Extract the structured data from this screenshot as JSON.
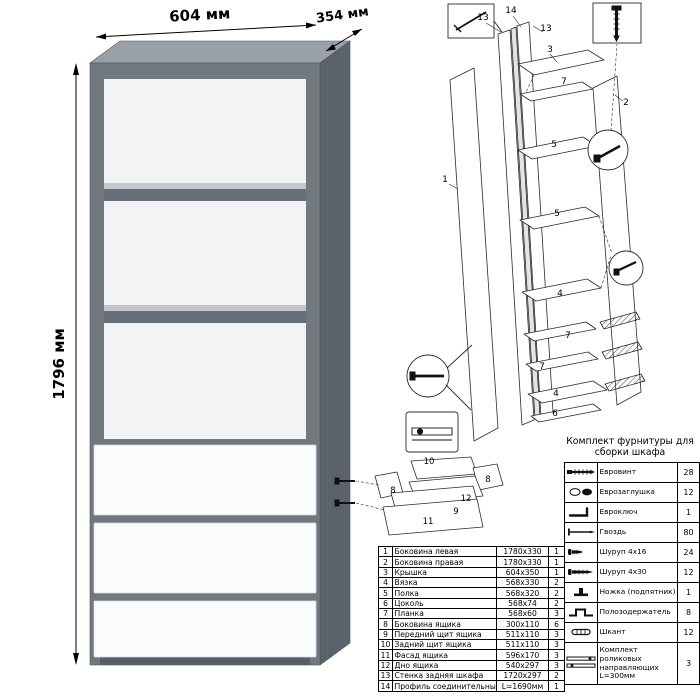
{
  "dimensions": {
    "width": "604 мм",
    "depth": "354 мм",
    "height": "1796 мм"
  },
  "exploded_labels": [
    "13",
    "14",
    "13",
    "3",
    "7",
    "2",
    "1",
    "5",
    "5",
    "4",
    "7",
    "7",
    "4",
    "6"
  ],
  "drawer_labels": [
    "10",
    "8",
    "8",
    "12",
    "9",
    "11"
  ],
  "parts_table": {
    "rows": [
      {
        "num": "1",
        "name": "Боковина левая",
        "size": "1780x330",
        "qty": "1"
      },
      {
        "num": "2",
        "name": "Боковина правая",
        "size": "1780x330",
        "qty": "1"
      },
      {
        "num": "3",
        "name": "Крышка",
        "size": "604x350",
        "qty": "1"
      },
      {
        "num": "4",
        "name": "Вязка",
        "size": "568x330",
        "qty": "2"
      },
      {
        "num": "5",
        "name": "Полка",
        "size": "568x320",
        "qty": "2"
      },
      {
        "num": "6",
        "name": "Цоколь",
        "size": "568x74",
        "qty": "2"
      },
      {
        "num": "7",
        "name": "Планка",
        "size": "568x60",
        "qty": "3"
      },
      {
        "num": "8",
        "name": "Боковина ящика",
        "size": "300x110",
        "qty": "6"
      },
      {
        "num": "9",
        "name": "Передний щит ящика",
        "size": "511x110",
        "qty": "3"
      },
      {
        "num": "10",
        "name": "Задний щит ящика",
        "size": "511x110",
        "qty": "3"
      },
      {
        "num": "11",
        "name": "Фасад ящика",
        "size": "596x170",
        "qty": "3"
      },
      {
        "num": "12",
        "name": "Дно ящика",
        "size": "540x297",
        "qty": "3"
      },
      {
        "num": "13",
        "name": "Стенка задняя шкафа",
        "size": "1720x297",
        "qty": "2"
      },
      {
        "num": "14",
        "name": "Профиль соединительный",
        "size": "L=1690мм",
        "qty": "1"
      }
    ]
  },
  "hardware": {
    "title": "Комплект фурнитуры для сборки шкафа",
    "rows": [
      {
        "icon": "euro-screw-icon",
        "name": "Евровинт",
        "qty": "28"
      },
      {
        "icon": "euro-cap-icon",
        "name": "Еврозаглушка",
        "qty": "12"
      },
      {
        "icon": "hex-key-icon",
        "name": "Евроключ",
        "qty": "1"
      },
      {
        "icon": "nail-icon",
        "name": "Гвоздь",
        "qty": "80"
      },
      {
        "icon": "screw-small-icon",
        "name": "Шуруп 4x16",
        "qty": "24"
      },
      {
        "icon": "screw-large-icon",
        "name": "Шуруп 4x30",
        "qty": "12"
      },
      {
        "icon": "foot-icon",
        "name": "Ножка (подпятник)",
        "qty": "1"
      },
      {
        "icon": "runner-holder-icon",
        "name": "Полозодержатель",
        "qty": "8"
      },
      {
        "icon": "dowel-icon",
        "name": "Шкант",
        "qty": "12"
      },
      {
        "icon": "roller-rails-icon",
        "name": "Комплект роликовых направляющих L=300мм",
        "qty": "3"
      }
    ]
  }
}
